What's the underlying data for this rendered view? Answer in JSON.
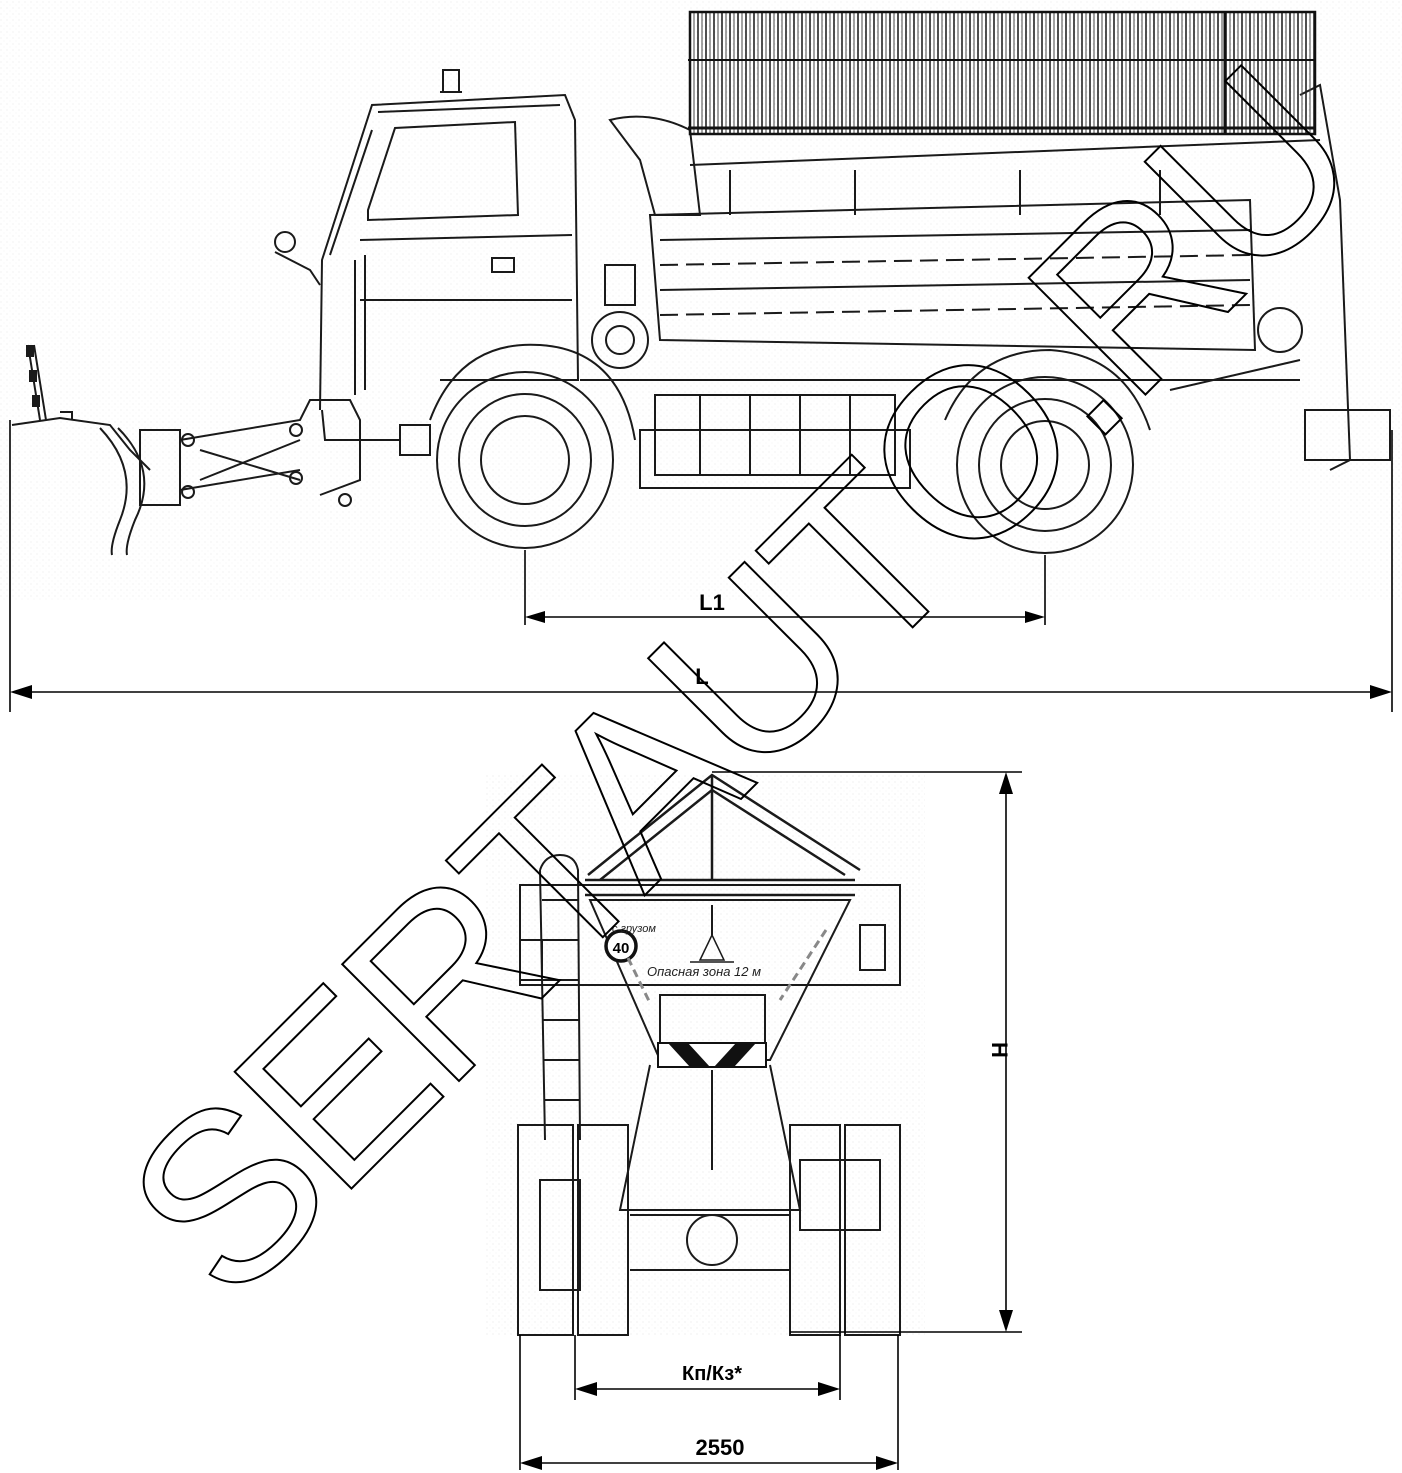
{
  "side_view": {
    "dim_wheelbase_label": "L1",
    "dim_overall_length_label": "L"
  },
  "rear_view": {
    "dim_height_label": "H",
    "dim_track_label": "Кп/Кз*",
    "dim_width_label": "2550",
    "speed_sign": "40",
    "sign_cargo": "с грузом",
    "sign_danger_zone": "Опасная зона 12 м"
  },
  "watermark": "SERTAUTO.RU"
}
